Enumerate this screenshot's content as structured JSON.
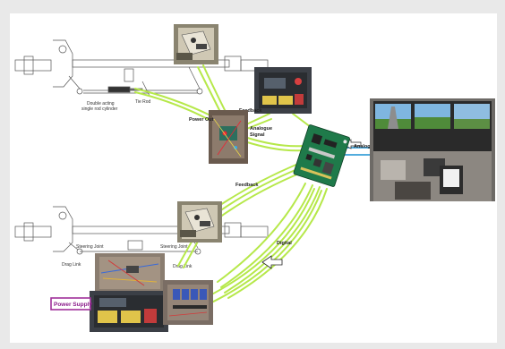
{
  "labels": {
    "double_acting_cylinder_line1": "Double acting",
    "double_acting_cylinder_line2": "single rod cylinder",
    "tie_rod": "Tie Rod",
    "feedback_top": "Feedback",
    "power_out": "Power Out",
    "analogue_signal_line1": "Analogue",
    "analogue_signal_line2": "Signal",
    "analogue": "Analogue",
    "feedback_middle": "Feedback",
    "digital": "Digital",
    "steering_joint_left": "Steering Joint",
    "steering_joint_right": "Steering Joint",
    "drag_link_left": "Drag Link",
    "drag_link_right": "Drag Link",
    "power_supply": "Power Supply"
  },
  "colors": {
    "signal_line": "#b6e84a",
    "analogue_link": "#3aa0d8",
    "power_supply_border": "#a0309a",
    "board": "#1f7a4a"
  }
}
